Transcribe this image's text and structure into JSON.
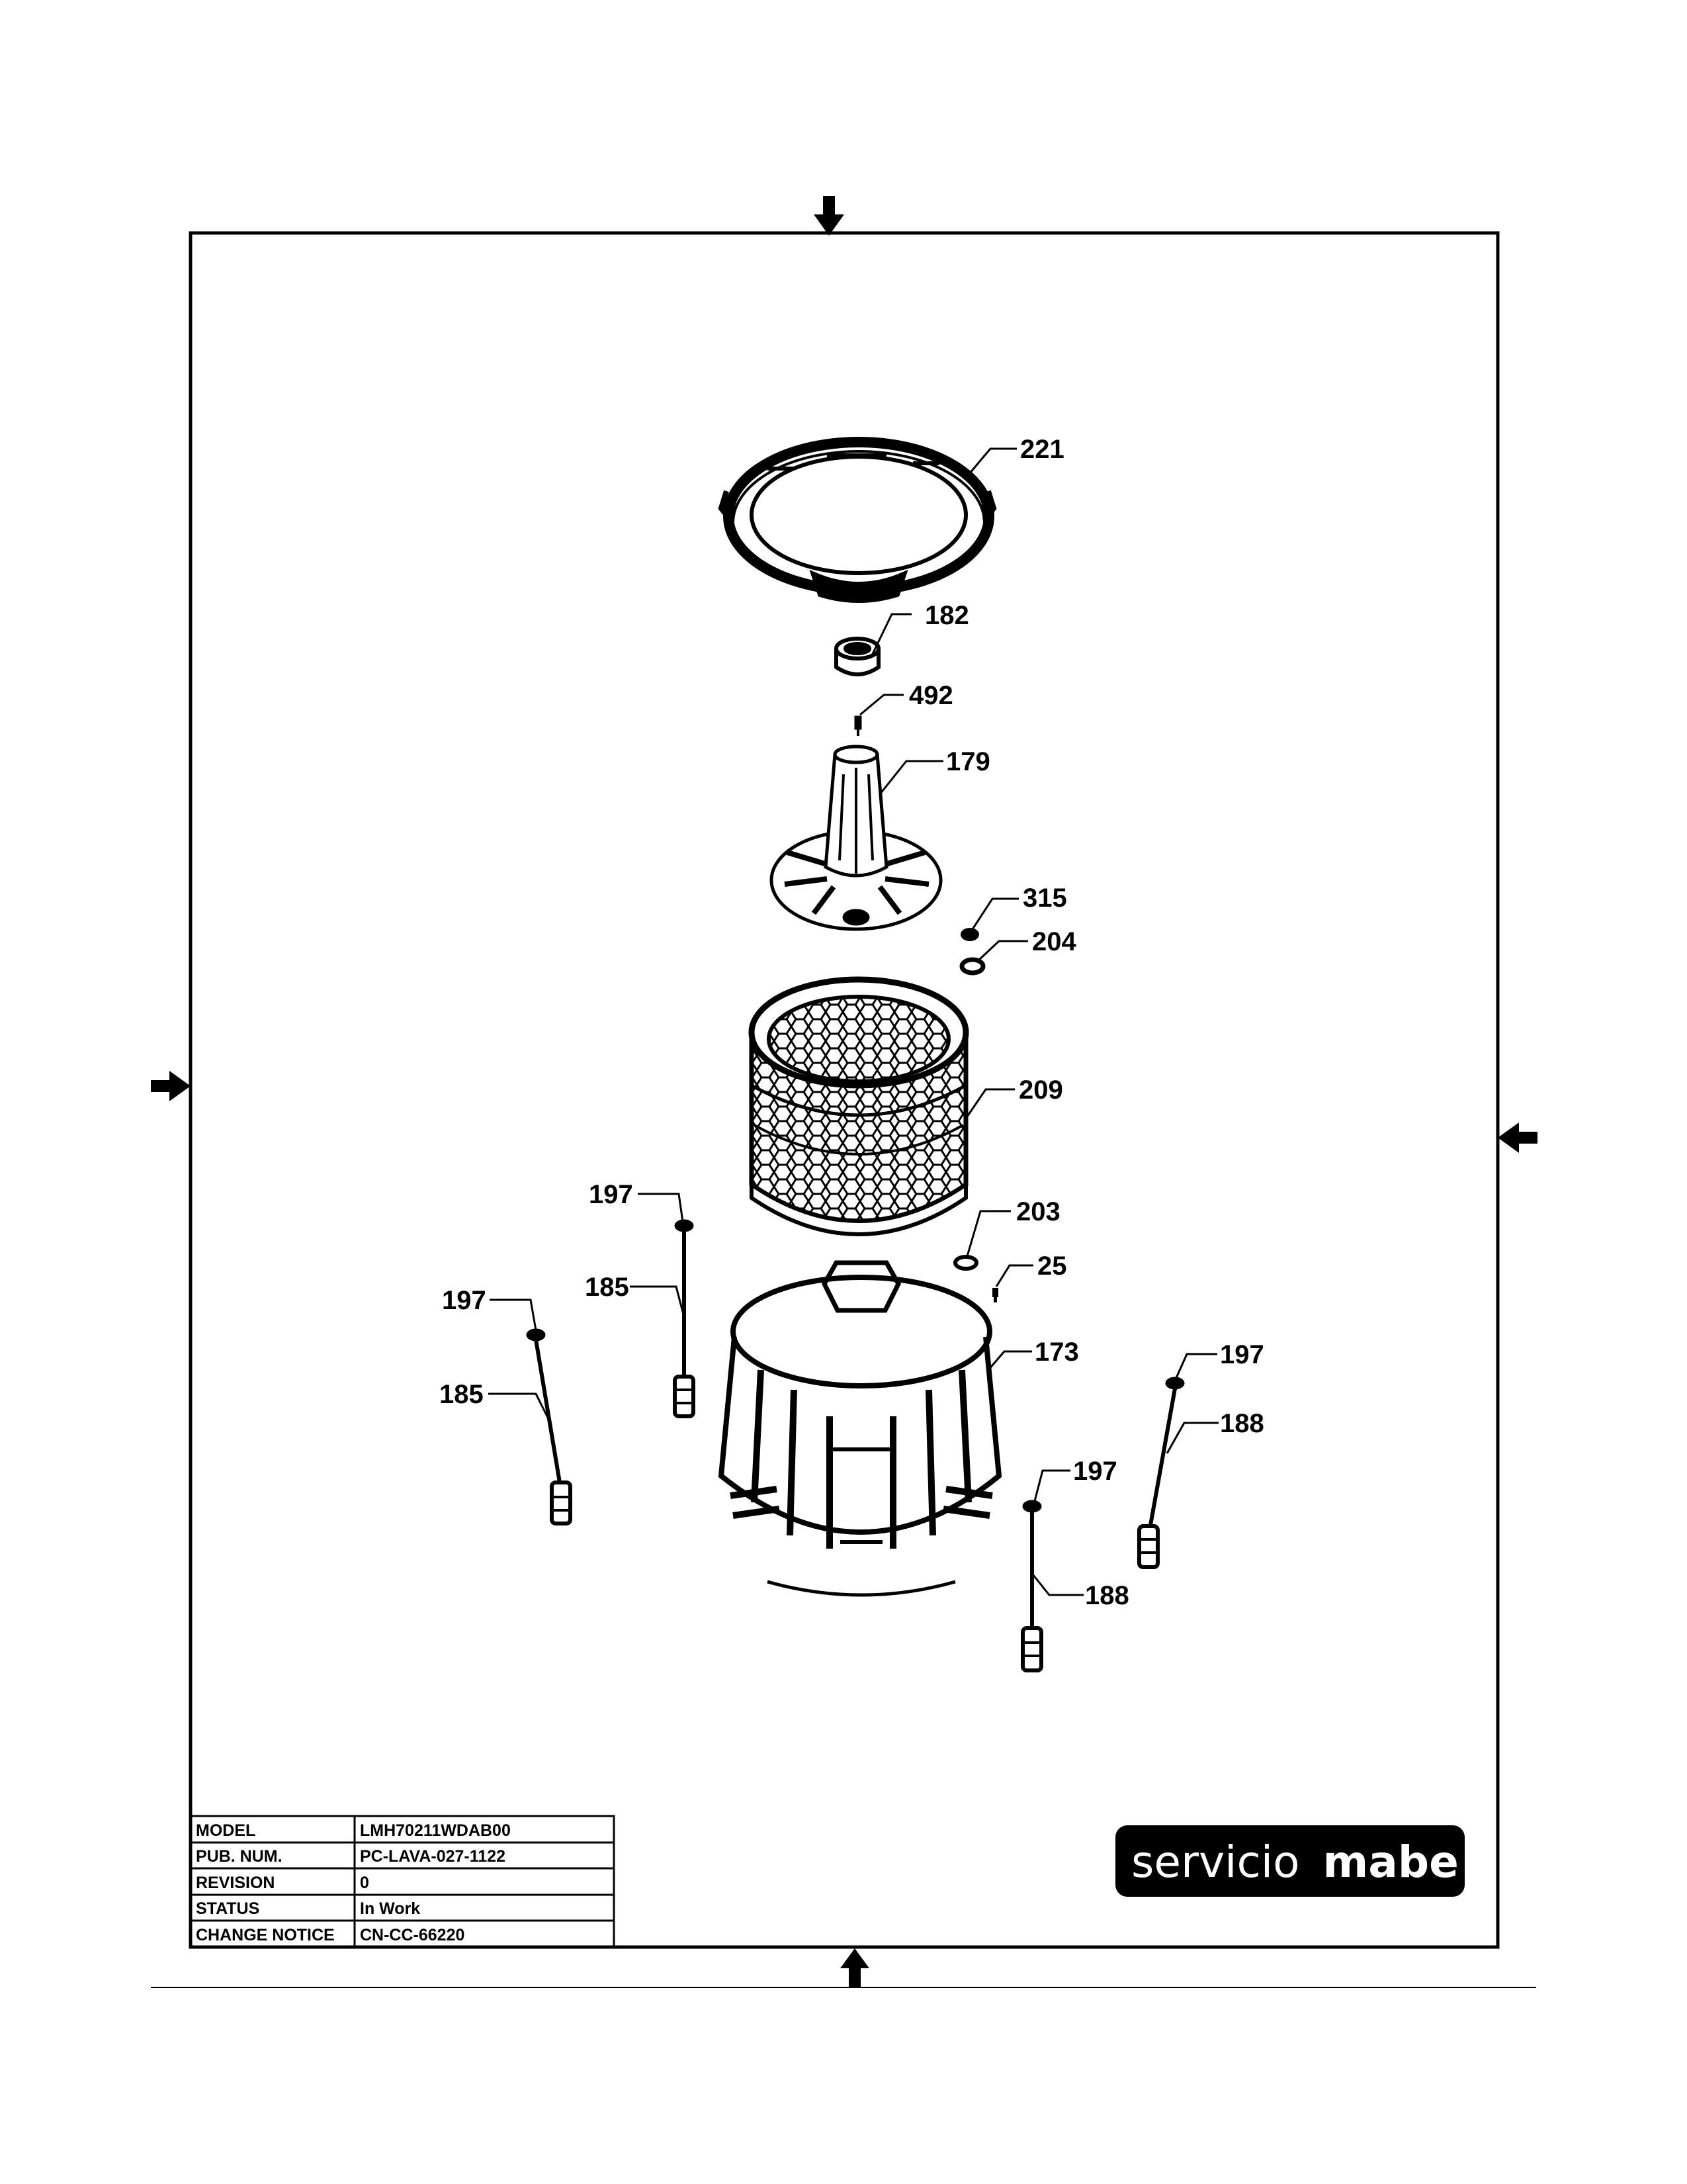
{
  "parts": [
    {
      "id": "part-221",
      "label": "221"
    },
    {
      "id": "part-182",
      "label": "182"
    },
    {
      "id": "part-492",
      "label": "492"
    },
    {
      "id": "part-179",
      "label": "179"
    },
    {
      "id": "part-315",
      "label": "315"
    },
    {
      "id": "part-204",
      "label": "204"
    },
    {
      "id": "part-209",
      "label": "209"
    },
    {
      "id": "part-197a",
      "label": "197"
    },
    {
      "id": "part-185a",
      "label": "185"
    },
    {
      "id": "part-203",
      "label": "203"
    },
    {
      "id": "part-25",
      "label": "25"
    },
    {
      "id": "part-197b",
      "label": "197"
    },
    {
      "id": "part-185b",
      "label": "185"
    },
    {
      "id": "part-173",
      "label": "173"
    },
    {
      "id": "part-197c",
      "label": "197"
    },
    {
      "id": "part-188a",
      "label": "188"
    },
    {
      "id": "part-197d",
      "label": "197"
    },
    {
      "id": "part-188b",
      "label": "188"
    }
  ],
  "title_block": {
    "rows": [
      {
        "key": "MODEL",
        "value": "LMH70211WDAB00"
      },
      {
        "key": "PUB. NUM.",
        "value": "PC-LAVA-027-1122"
      },
      {
        "key": "REVISION",
        "value": "0"
      },
      {
        "key": "STATUS",
        "value": "In Work"
      },
      {
        "key": "CHANGE NOTICE",
        "value": "CN-CC-66220"
      }
    ]
  },
  "logo": {
    "word1": "servicio",
    "word2": "mabe"
  }
}
